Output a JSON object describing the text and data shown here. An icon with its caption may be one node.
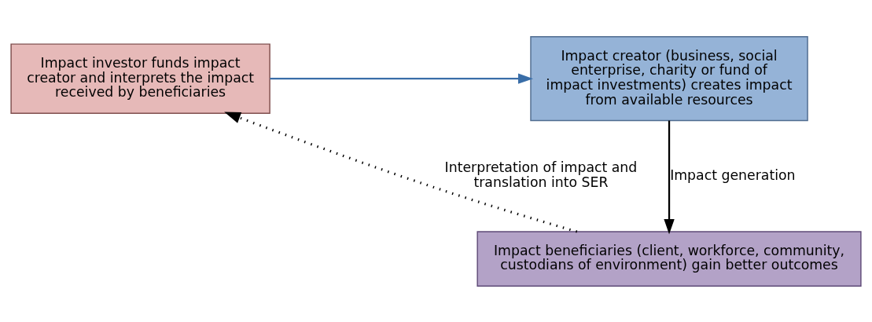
{
  "diagram": {
    "nodes": [
      {
        "text": [
          "Impact investor funds impact creator and interprets the impact received by beneficiaries"
        ]
      },
      {
        "text": [
          "Impact creator (business, social enterprise, charity or fund of impact investments) creates impact from available resources"
        ]
      },
      {
        "text": [
          "Impact beneficiaries (client, workforce, community, custodians of environment) gain better outcomes"
        ]
      }
    ],
    "edges": [
      {
        "from": 0,
        "to": 1,
        "arrow": "to",
        "color": "#3a6ea8"
      },
      {
        "from": 1,
        "to": 2,
        "arrow": "to",
        "label": "Impact generation"
      },
      {
        "from": 2,
        "to": 0,
        "arrow": "to",
        "label": "Interpretation of impact and translation into SER",
        "style": "dashed"
      }
    ]
  }
}
